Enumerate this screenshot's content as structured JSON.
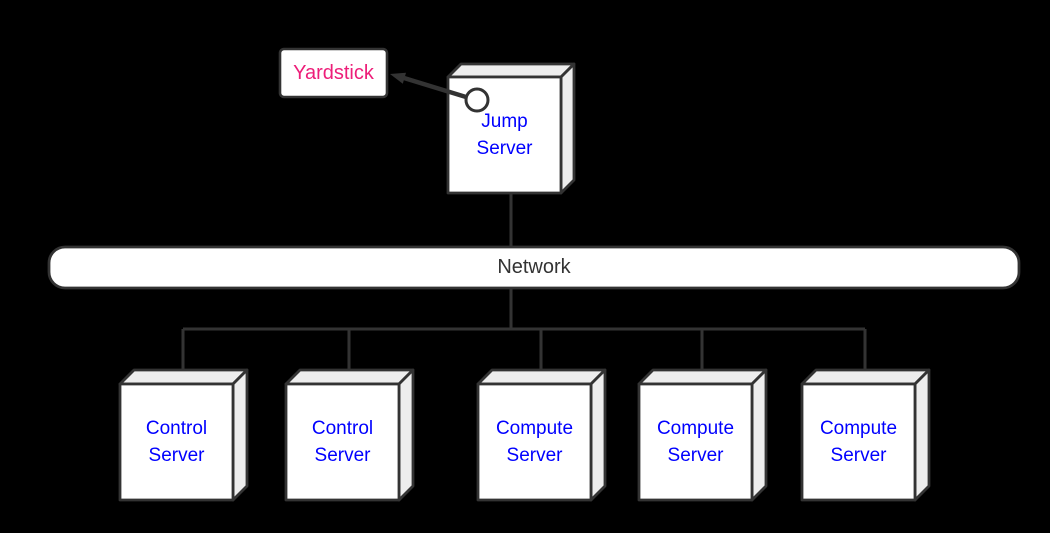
{
  "colors": {
    "background": "#000000",
    "stroke": "#333333",
    "node_fill": "#ffffff",
    "node_shade_fill": "#ededed",
    "server_label_color": "#0000ff",
    "yardstick_label_color": "#ed1e79",
    "network_label_color": "#333333"
  },
  "nodes": {
    "yardstick": {
      "label": "Yardstick"
    },
    "jump_server": {
      "label_line1": "Jump",
      "label_line2": "Server"
    },
    "network": {
      "label": "Network"
    },
    "servers": [
      {
        "label_line1": "Control",
        "label_line2": "Server"
      },
      {
        "label_line1": "Control",
        "label_line2": "Server"
      },
      {
        "label_line1": "Compute",
        "label_line2": "Server"
      },
      {
        "label_line1": "Compute",
        "label_line2": "Server"
      },
      {
        "label_line1": "Compute",
        "label_line2": "Server"
      }
    ]
  }
}
